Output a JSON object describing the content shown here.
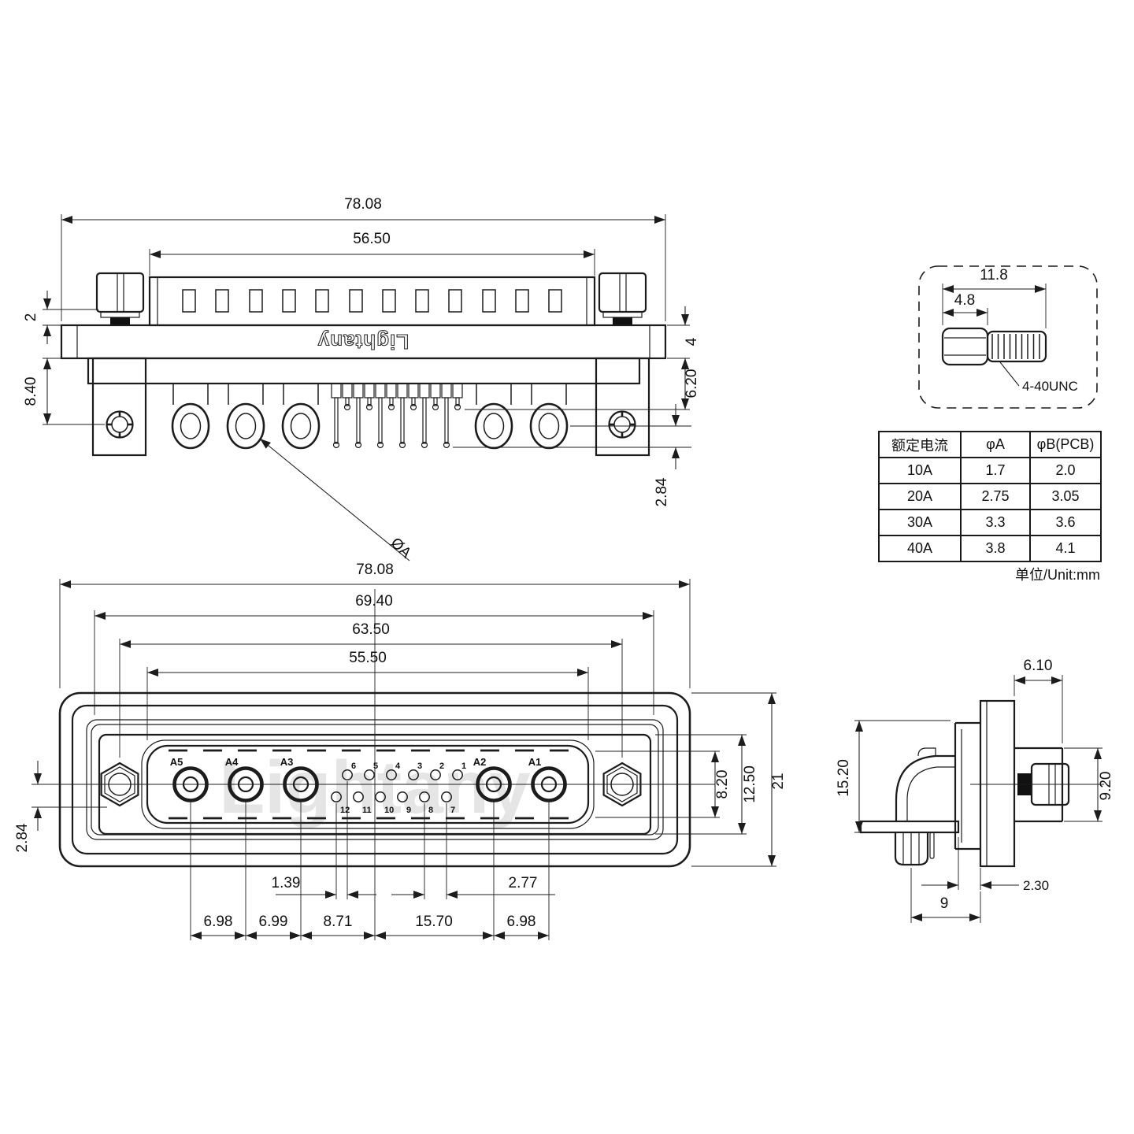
{
  "brand": {
    "logo": "Lightany",
    "watermark": "Lightany"
  },
  "rear": {
    "w_total": "78.08",
    "w_body": "56.50",
    "gap": "2",
    "leg": "8.40",
    "flange": "4",
    "shoulder": "6.20",
    "tail": "2.84",
    "dia": "ØA"
  },
  "front": {
    "w_total": "78.08",
    "w_groove": "69.40",
    "w_mount": "63.50",
    "w_insert": "55.50",
    "h_insert": "8.20",
    "h_shell": "12.50",
    "h_total": "21",
    "off_left": "2.84",
    "off_row": "1.39",
    "pitch": "2.77",
    "a5_a4": "6.98",
    "a4_a3": "6.99",
    "a3_s": "8.71",
    "s_a2": "15.70",
    "a2_a1": "6.98",
    "big": [
      "A5",
      "A4",
      "A3",
      "A2",
      "A1"
    ],
    "top": [
      "6",
      "5",
      "4",
      "3",
      "2",
      "1"
    ],
    "bottom": [
      "12",
      "11",
      "10",
      "9",
      "8",
      "7"
    ]
  },
  "side": {
    "depth": "6.10",
    "height": "15.20",
    "dia": "9.20",
    "gap": "2.30",
    "len": "9"
  },
  "detail": {
    "len": "11.8",
    "head": "4.8",
    "thread": "4-40UNC"
  },
  "table": {
    "headers": [
      "额定电流",
      "φA",
      "φB(PCB)"
    ],
    "rows": [
      [
        "10A",
        "1.7",
        "2.0"
      ],
      [
        "20A",
        "2.75",
        "3.05"
      ],
      [
        "30A",
        "3.3",
        "3.6"
      ],
      [
        "40A",
        "3.8",
        "4.1"
      ]
    ],
    "unit": "单位/Unit:mm"
  }
}
